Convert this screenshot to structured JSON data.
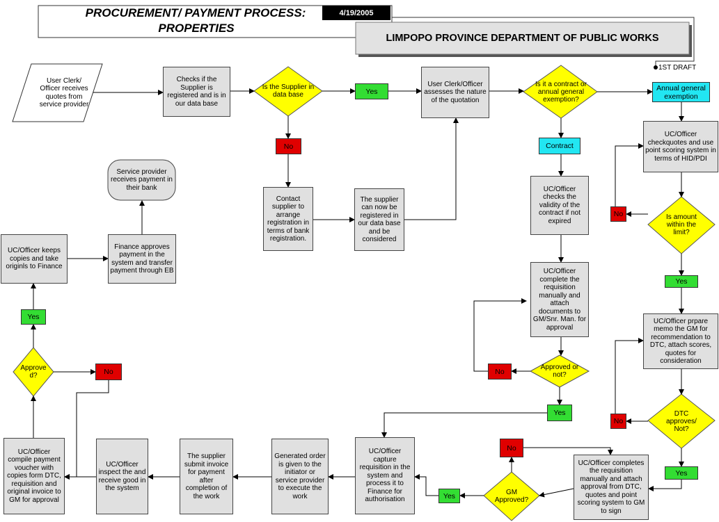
{
  "header": {
    "title_line1": "PROCUREMENT/ PAYMENT PROCESS:",
    "title_line2": "PROPERTIES",
    "date": "4/19/2005",
    "organization": "LIMPOPO PROVINCE  DEPARTMENT OF PUBLIC WORKS",
    "draft": "1ST DRAFT"
  },
  "nodes": {
    "user_clerk_quotes": "User Clerk/ Officer receives quotes from service provider",
    "check_registered": "Checks if the Supplier is registered  and is in our data base",
    "is_supplier_in_db": "Is the Supplier in data base",
    "assess_quotation": "User Clerk/Officer assesses the nature of the quotation",
    "contract_or_exemption": "Is it a contract or annual general exemption?",
    "annual_general_exemption": "Annual general exemption",
    "contract": "Contract",
    "contact_supplier": "Contact supplier to arrange registration in terms of bank registration.",
    "supplier_registered": "The supplier can now be registered in our data base and be considered",
    "check_validity": "UC/Officer checks the validity of the contract if not expired",
    "check_quotes_scoring": "UC/Officer checkquotes and use point scoring system in terms of HID/PDI",
    "amount_within_limit": "Is amount within the limit?",
    "complete_requisition": "UC/Officer complete the requisition manually and attach documents to GM/Snr. Man. for approval",
    "approved_or_not": "Approved or not?",
    "prepare_memo": "UC/Officer prpare memo the GM for recommendation to DTC, attach scores, quotes for consideration",
    "dtc_approves": "DTC approves/ Not?",
    "completes_requisition_dtc": "UC/Officer completes the requisition manually and attach approval from DTC, quotes and point scoring system to GM to sign",
    "gm_approved": "GM Approved?",
    "capture_requisition": "UC/Officer capture requisition in the system and process it to Finance for authorisation",
    "generated_order": "Generated order is given to the initiator or service provider to execute the work",
    "supplier_submit_invoice": "The supplier submit invoice for payment after completion of the work",
    "inspect_goods": "UC/Officer inspect the and receive good in the system",
    "compile_voucher": "UC/Officer compile payment voucher with copies form DTC, requisition and original invoice to GM for approval",
    "approved_d": "Approve d?",
    "keep_copies": "UC/Officer keeps copies and take originls to Finance",
    "finance_approves": "Finance approves payment in the system and transfer payment through EB",
    "service_provider_receives": "Service provider receives payment in their bank"
  },
  "labels": {
    "yes_supplier": "Yes",
    "no_supplier": "No",
    "no_amount": "No",
    "yes_amount": "Yes",
    "no_approved": "No",
    "yes_approved": "Yes",
    "no_dtc": "No",
    "yes_dtc": "Yes",
    "no_gm": "No",
    "yes_gm": "Yes",
    "no_approved_d": "No",
    "yes_approved_d": "Yes"
  },
  "colors": {
    "process_fill": "#e0e0e0",
    "decision_fill": "#ffff00",
    "yes_fill": "#33dd33",
    "no_fill": "#e00000",
    "cyan_fill": "#22e6f2"
  }
}
